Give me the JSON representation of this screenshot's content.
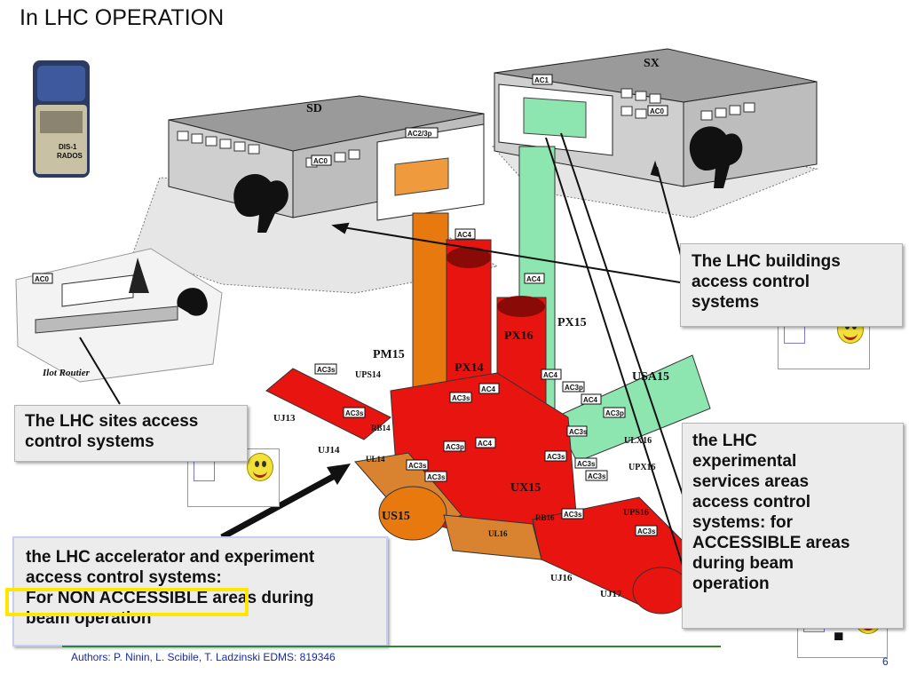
{
  "title": "In LHC OPERATION",
  "callouts": {
    "buildings": [
      "The LHC buildings",
      "access control",
      "systems"
    ],
    "sites": [
      "The LHC sites access",
      "control systems"
    ],
    "services": [
      "the LHC",
      "experimental",
      "services areas",
      "access control",
      "systems: for",
      "ACCESSIBLE areas",
      "during beam",
      "operation"
    ],
    "accelerator": [
      "the LHC accelerator and experiment",
      "access control systems:",
      "For NON ACCESSIBLE areas during",
      "beam operation"
    ]
  },
  "question_mark": "?",
  "footer": {
    "authors": "Authors: P. Ninin, L. Scibile, T. Ladzinski   EDMS: 819346",
    "page": "6"
  },
  "diagram_labels": {
    "buildings": [
      "SD",
      "SX"
    ],
    "shafts": [
      "PM15",
      "PX14",
      "PX16",
      "PX15"
    ],
    "caverns": [
      "USA15",
      "UPS14",
      "UJ13",
      "UJ14",
      "UL14",
      "RB14",
      "US15",
      "UX15",
      "UL16",
      "RB16",
      "UPS16",
      "UJ16",
      "UJ17",
      "ULX16",
      "UPX16"
    ],
    "access_tags": [
      "AC1",
      "AC0",
      "AC2/3p",
      "AC0",
      "AC4",
      "AC4",
      "AC3s",
      "AC3s",
      "AC3s",
      "AC3s",
      "AC3s",
      "AC3p",
      "AC4",
      "AC4",
      "AC3p",
      "AC4",
      "AC3p",
      "AC4",
      "AC3s",
      "AC3s",
      "AC3s",
      "AC3s",
      "AC3s",
      "AC3s",
      "AC0"
    ],
    "site": "Ilot Routier",
    "dosimeter": [
      "DIS-1",
      "RADOS"
    ]
  },
  "colors": {
    "highlight": "#ffe800",
    "footer_line": "#2a8a2a",
    "footer_text": "#1a2aa0",
    "orange_shaft": "#e8790f",
    "red_structure": "#e8140f",
    "green_structure": "#8de6b0"
  }
}
